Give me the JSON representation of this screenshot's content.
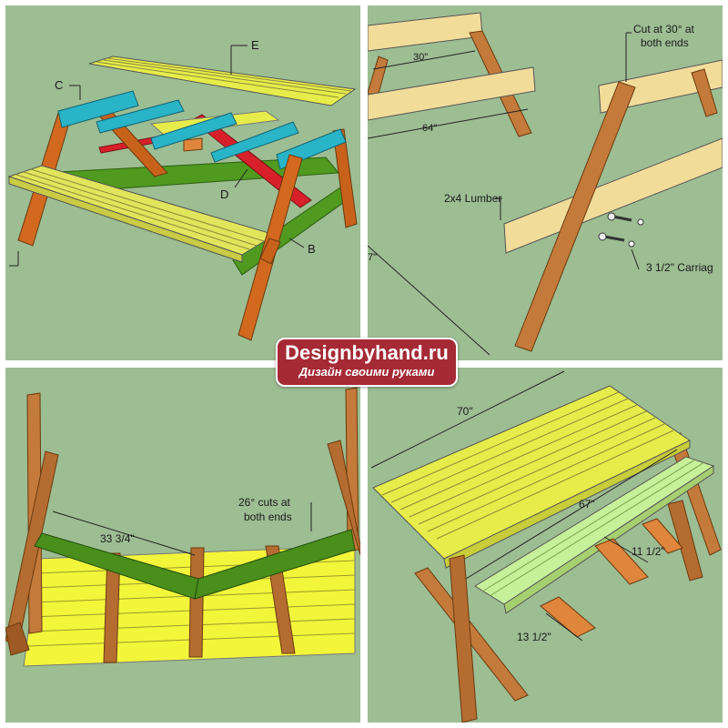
{
  "panels": {
    "assembly": {
      "labels": {
        "e": "E",
        "c": "C",
        "d": "D",
        "b": "B"
      }
    },
    "legs": {
      "dim_top": "30\"",
      "dim_rail": "64\"",
      "cut_note_line1": "Cut at 30° at",
      "cut_note_line2": "both ends",
      "lumber": "2x4 Lumber",
      "bolt": "3 1/2\" Carriag",
      "leg_length": "7\""
    },
    "brace": {
      "dim_brace": "33 3/4\"",
      "cut_note_line1": "26° cuts at",
      "cut_note_line2": "both ends"
    },
    "finished": {
      "dim_width": "70\"",
      "dim_bench": "67\"",
      "dim_support_a": "11 1/2\"",
      "dim_support_b": "13 1/2\""
    }
  },
  "watermark": {
    "title": "Designbyhand.ru",
    "subtitle": "Дизайн своими руками"
  },
  "colors": {
    "background": "#9dbd93",
    "tabletop": "#e6ec4a",
    "seat": "#e1e55c",
    "legs": "#d2691e",
    "cleat": "#29b4c8",
    "brace_red": "#d8202a",
    "frame_green": "#4f9a1f",
    "lumber": "#f1dc9a",
    "watermark": "#a52a35"
  }
}
